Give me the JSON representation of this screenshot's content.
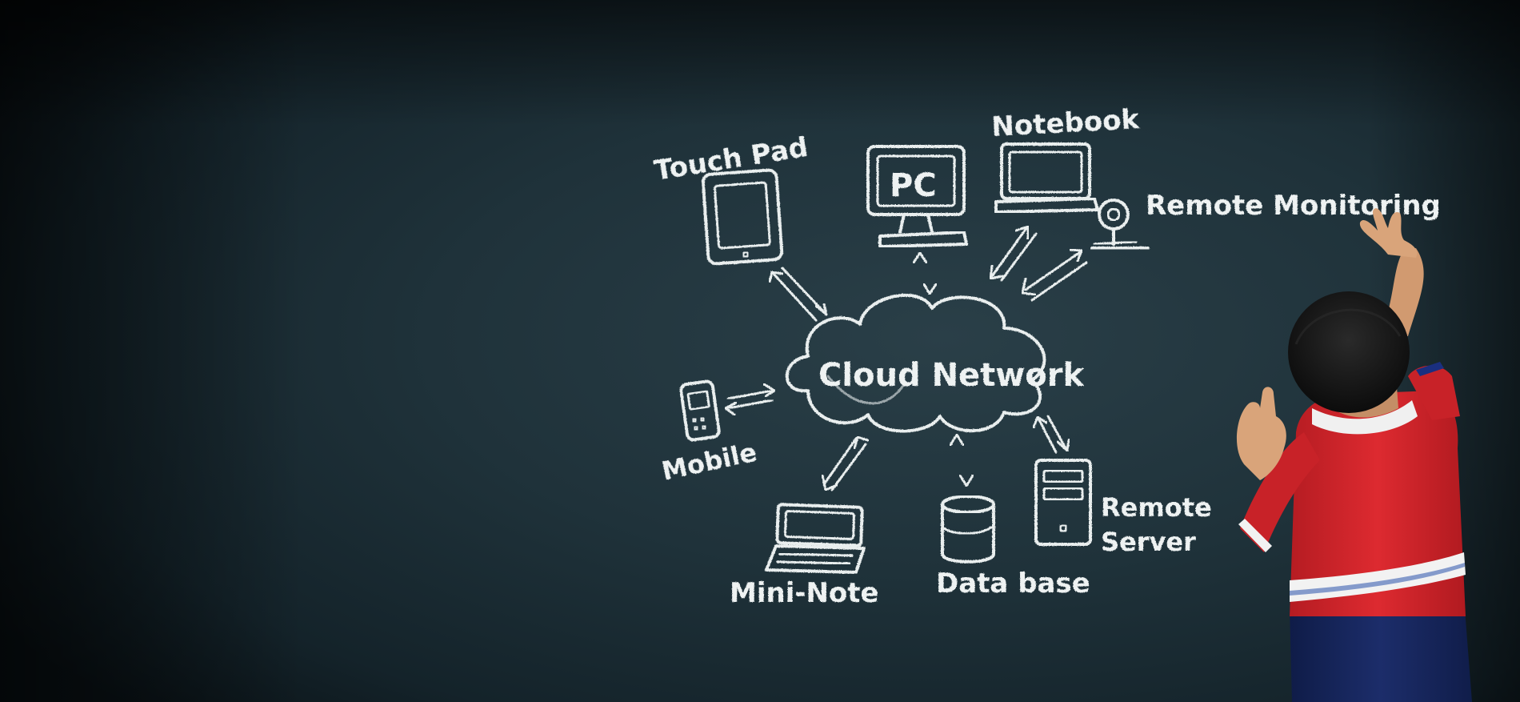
{
  "hub": {
    "label": "Cloud Network"
  },
  "nodes": {
    "touchpad": "Touch Pad",
    "pc": "PC",
    "notebook": "Notebook",
    "remote_monitoring": "Remote Monitoring",
    "mobile": "Mobile",
    "mini_note": "Mini-Note",
    "database": "Data base",
    "remote_server_line1": "Remote",
    "remote_server_line2": "Server"
  },
  "colors": {
    "board": "#1e3038",
    "board_edge": "#0a1216",
    "chalk": "#eef2f2",
    "shirt_red": "#d4252c",
    "shirt_stripe": "#f2f2f2",
    "pants_navy": "#17275e",
    "skin": "#d9a47a",
    "hair": "#141414"
  }
}
